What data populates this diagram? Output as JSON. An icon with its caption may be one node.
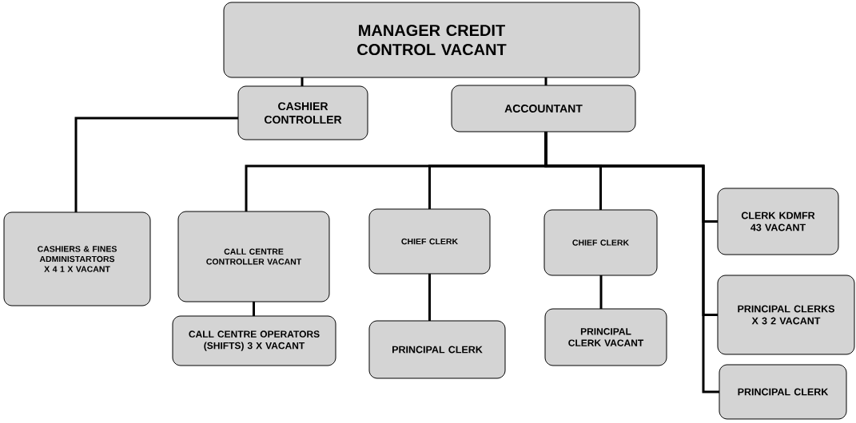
{
  "diagram": {
    "nodes": [
      {
        "text": [
          "MANAGER  CREDIT CONTROL VACANT"
        ]
      },
      {
        "text": [
          "CASHIER CONTROLLER"
        ]
      },
      {
        "text": [
          "ACCOUNTANT"
        ]
      },
      {
        "text": [
          "CASHIERS & FINES ADMINISTARTORS X 4 1 X VACANT"
        ]
      },
      {
        "text": [
          "CALL CENTRE CONTROLLER VACANT"
        ]
      },
      {
        "text": [
          "CALL CENTRE OPERATORS (SHIFTS) 3 X VACANT"
        ]
      },
      {
        "text": [
          "CHIEF CLERK"
        ]
      },
      {
        "text": [
          "PRINCIPAL CLERK"
        ]
      },
      {
        "text": [
          "CHIEF CLERK"
        ]
      },
      {
        "text": [
          "PRINCIPAL CLERK VACANT"
        ]
      },
      {
        "text": [
          "CLERK KDMFR 43 VACANT"
        ]
      },
      {
        "text": [
          "PRINCIPAL CLERKS X 3 2 VACANT"
        ]
      },
      {
        "text": [
          "PRINCIPAL CLERK"
        ]
      }
    ],
    "edges": [
      {
        "from": 0,
        "to": 1,
        "arrow": "none"
      },
      {
        "from": 0,
        "to": 2,
        "arrow": "none"
      },
      {
        "from": 1,
        "to": 3,
        "arrow": "none"
      },
      {
        "from": 2,
        "to": 4,
        "arrow": "none"
      },
      {
        "from": 2,
        "to": 6,
        "arrow": "none"
      },
      {
        "from": 2,
        "to": 8,
        "arrow": "none"
      },
      {
        "from": 2,
        "to": 10,
        "arrow": "none"
      },
      {
        "from": 2,
        "to": 11,
        "arrow": "none"
      },
      {
        "from": 2,
        "to": 12,
        "arrow": "none"
      },
      {
        "from": 4,
        "to": 5,
        "arrow": "none"
      },
      {
        "from": 6,
        "to": 7,
        "arrow": "none"
      },
      {
        "from": 8,
        "to": 9,
        "arrow": "none"
      }
    ]
  }
}
